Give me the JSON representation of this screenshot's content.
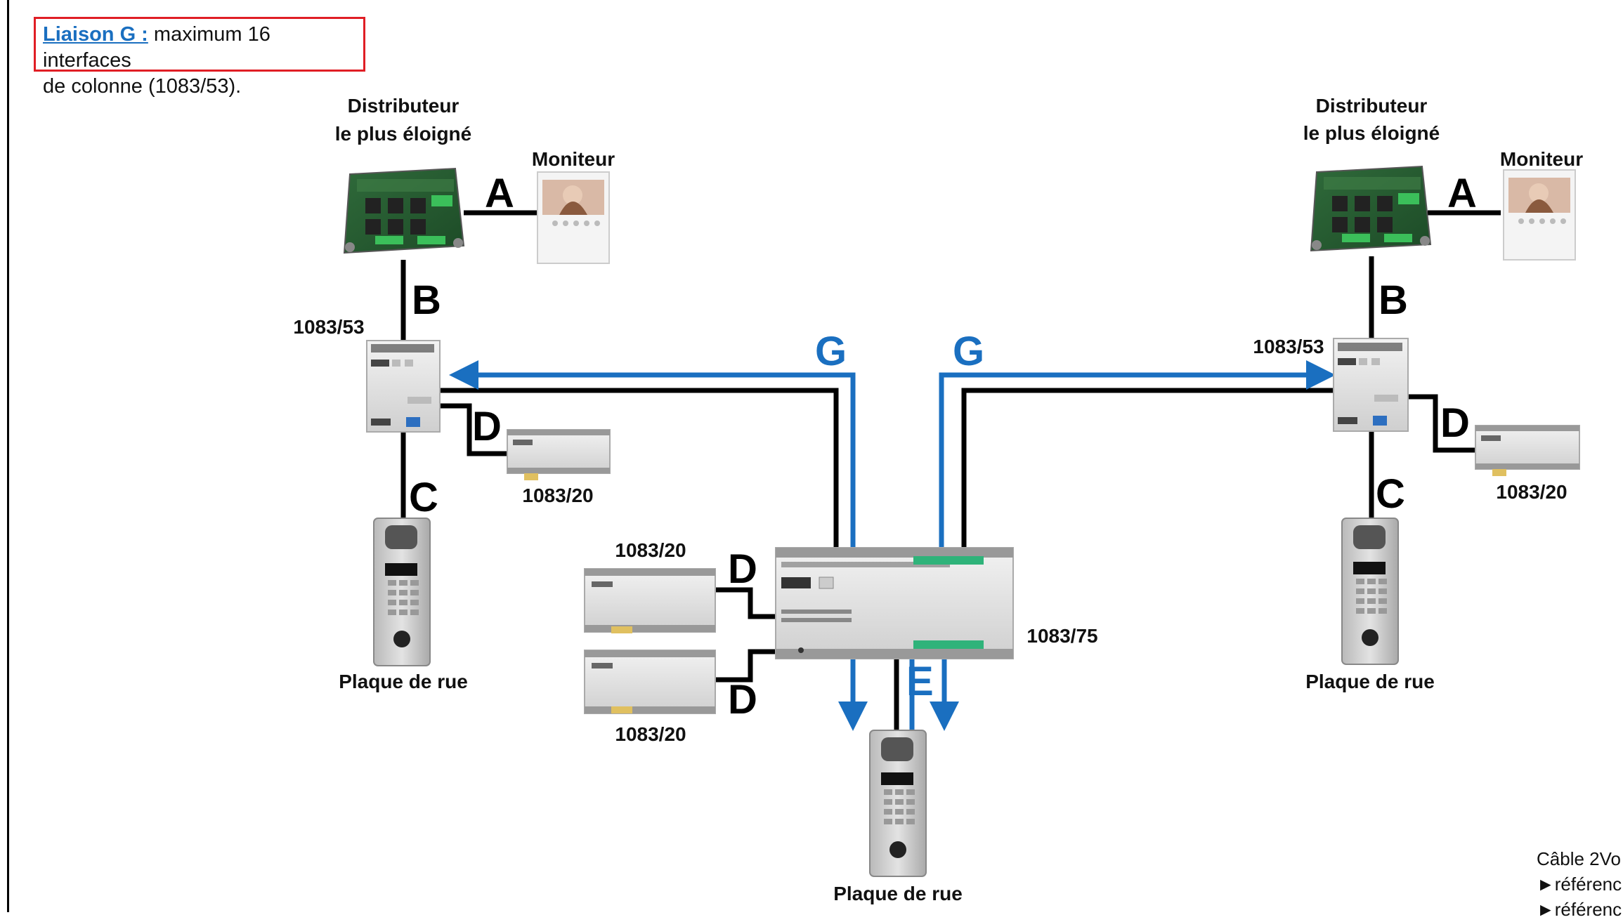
{
  "note": {
    "title": "Liaison G :",
    "text_line1": "maximum 16 interfaces",
    "text_line2": "de colonne (1083/53)."
  },
  "labels": {
    "distributor_line1": "Distributeur",
    "distributor_line2": "le plus éloigné",
    "monitor": "Moniteur",
    "interface_53": "1083/53",
    "power_20": "1083/20",
    "interface_75": "1083/75",
    "street_panel": "Plaque de rue"
  },
  "wires": {
    "A": "A",
    "B": "B",
    "C": "C",
    "D": "D",
    "E": "E",
    "G": "G"
  },
  "legend": {
    "title": "Câble 2Vo",
    "line1": "►référenc",
    "line2": "►référenc"
  },
  "colors": {
    "blue_wire": "#1a6fc0",
    "black_wire": "#000000",
    "note_border": "#e01e25"
  }
}
